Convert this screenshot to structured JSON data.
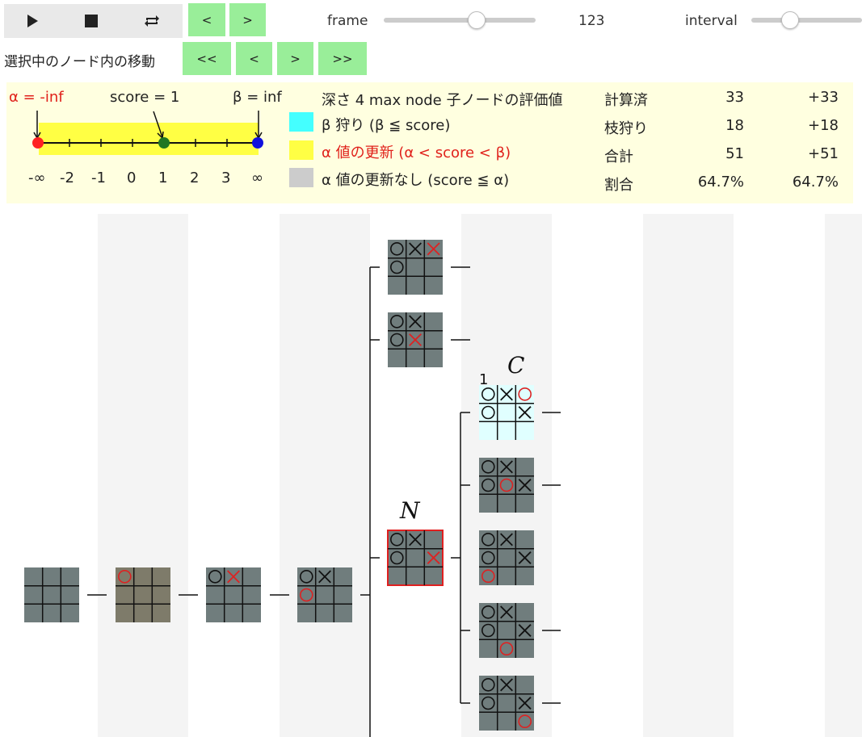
{
  "controls": {
    "play_icon": "play-icon",
    "stop_icon": "stop-icon",
    "repeat_icon": "repeat-icon",
    "prev_label": "<",
    "next_label": ">",
    "frame_label": "frame",
    "frame_value": "123",
    "interval_label": "interval",
    "frame_slider_fraction": 0.61,
    "interval_slider_fraction": 0.33
  },
  "node_move": {
    "label": "選択中のノード内の移動",
    "buttons": [
      "<<",
      "<",
      ">",
      ">>"
    ]
  },
  "window": {
    "alpha_label": "α = -inf",
    "score_label": "score = 1",
    "beta_label": "β = inf",
    "ticks": [
      "-∞",
      "-2",
      "-1",
      "0",
      "1",
      "2",
      "3",
      "∞"
    ]
  },
  "legend": {
    "header": "深さ 4 max node 子ノードの評価値",
    "items": [
      {
        "text": "β 狩り (β ≦ score)",
        "color": "#44ffff",
        "red": false
      },
      {
        "text": "α 値の更新 (α < score < β)",
        "color": "#ffff44",
        "red": true
      },
      {
        "text": "α 値の更新なし (score ≦ α)",
        "color": "#cccccc",
        "red": false
      }
    ]
  },
  "stats": [
    {
      "label": "計算済",
      "v1": "33",
      "v2": "+33"
    },
    {
      "label": "枝狩り",
      "v1": "18",
      "v2": "+18"
    },
    {
      "label": "合計",
      "v1": "51",
      "v2": "+51"
    },
    {
      "label": "割合",
      "v1": "64.7%",
      "v2": "64.7%"
    }
  ],
  "tree": {
    "label_c": "C",
    "label_n": "N",
    "score_c": "1"
  }
}
